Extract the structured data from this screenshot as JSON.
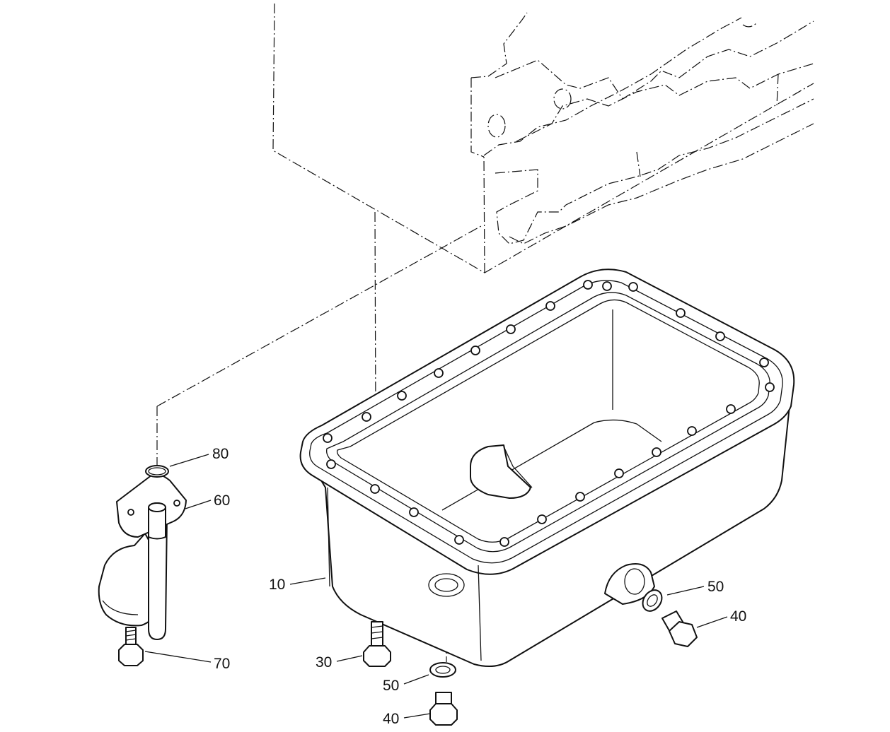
{
  "callouts": {
    "c80": "80",
    "c60": "60",
    "c10": "10",
    "c50a": "50",
    "c40a": "40",
    "c70": "70",
    "c30": "30",
    "c50b": "50",
    "c40b": "40"
  }
}
